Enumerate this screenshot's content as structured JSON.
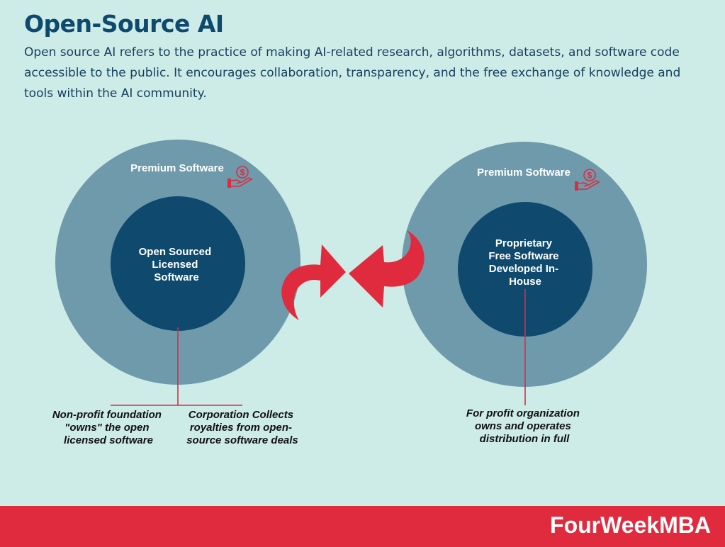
{
  "header": {
    "title": "Open-Source AI",
    "subtitle": "Open source AI refers to the practice of making AI-related research, algorithms, datasets, and software code accessible to the public. It encourages collaboration, transparency, and the free exchange of knowledge and tools within the AI community."
  },
  "diagram": {
    "left": {
      "outer_label": "Premium Software",
      "inner_lines": [
        "Open Sourced",
        "Licensed",
        "Software"
      ],
      "caption_left_lines": [
        "Non-profit foundation",
        "\"owns\" the open",
        "licensed software"
      ],
      "caption_right_lines": [
        "Corporation Collects",
        "royalties from open-",
        "source software deals"
      ]
    },
    "right": {
      "outer_label": "Premium Software",
      "inner_lines": [
        "Proprietary",
        "Free Software",
        "Developed In-",
        "House"
      ],
      "caption_lines": [
        "For profit organization",
        "owns and operates",
        "distribution in full"
      ]
    },
    "icons": [
      "dollar-hand-icon",
      "exchange-arrows-icon"
    ],
    "colors": {
      "background": "#cdebe7",
      "outer_circle": "#6e9aab",
      "inner_circle": "#0f4a6e",
      "accent": "#e02b3f",
      "title": "#0e4a6e"
    }
  },
  "footer": {
    "brand": "FourWeekMBA"
  }
}
